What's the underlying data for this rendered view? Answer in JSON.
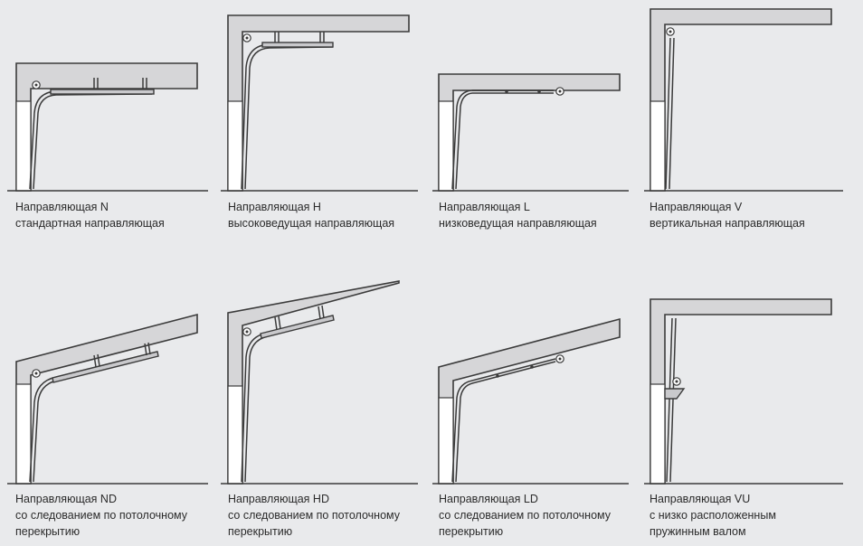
{
  "panels": [
    {
      "title": "Направляющая N",
      "lines": [
        "стандартная направляющая"
      ]
    },
    {
      "title": "Направляющая H",
      "lines": [
        "высоковедущая направляющая"
      ]
    },
    {
      "title": "Направляющая L",
      "lines": [
        "низковедущая направляющая"
      ]
    },
    {
      "title": "Направляющая V",
      "lines": [
        "вертикальная направляющая"
      ]
    },
    {
      "title": "Направляющая ND",
      "lines": [
        "со следованием по потолочному",
        "перекрытию"
      ]
    },
    {
      "title": "Направляющая HD",
      "lines": [
        "со следованием по потолочному",
        "перекрытию"
      ]
    },
    {
      "title": "Направляющая LD",
      "lines": [
        "со следованием по потолочному",
        "перекрытию"
      ]
    },
    {
      "title": "Направляющая VU",
      "lines": [
        "с низко расположенным",
        "пружинным валом"
      ]
    }
  ],
  "colors": {
    "background": "#e9eaec",
    "wall": "#d6d6d8",
    "outline": "#3b3b3b",
    "door_white": "#ffffff"
  }
}
